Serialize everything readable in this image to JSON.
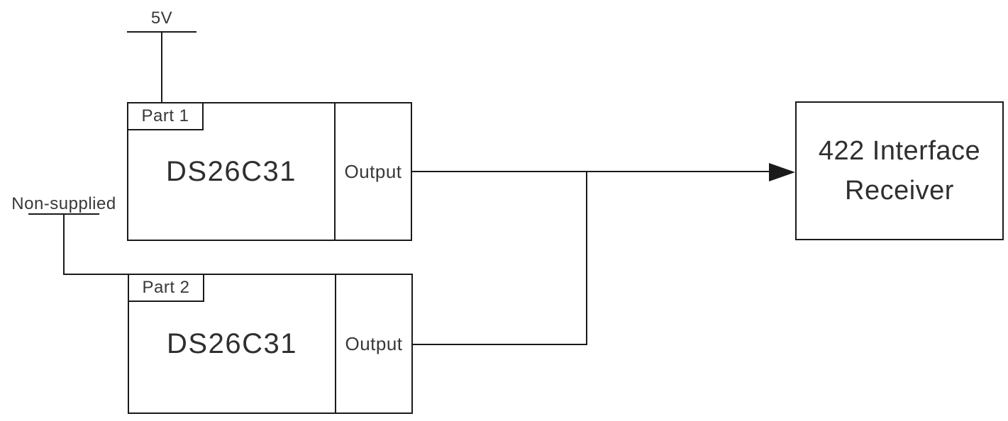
{
  "diagram": {
    "power_rail": {
      "label": "5V"
    },
    "unpowered_rail": {
      "label": "Non-supplied"
    },
    "driver1": {
      "tag": "Part 1",
      "chip": "DS26C31",
      "port": "Output"
    },
    "driver2": {
      "tag": "Part 2",
      "chip": "DS26C31",
      "port": "Output"
    },
    "receiver": {
      "line1": "422 Interface",
      "line2": "Receiver"
    },
    "colors": {
      "line": "#1a1a1a",
      "text": "#383838",
      "background": "#ffffff"
    }
  }
}
